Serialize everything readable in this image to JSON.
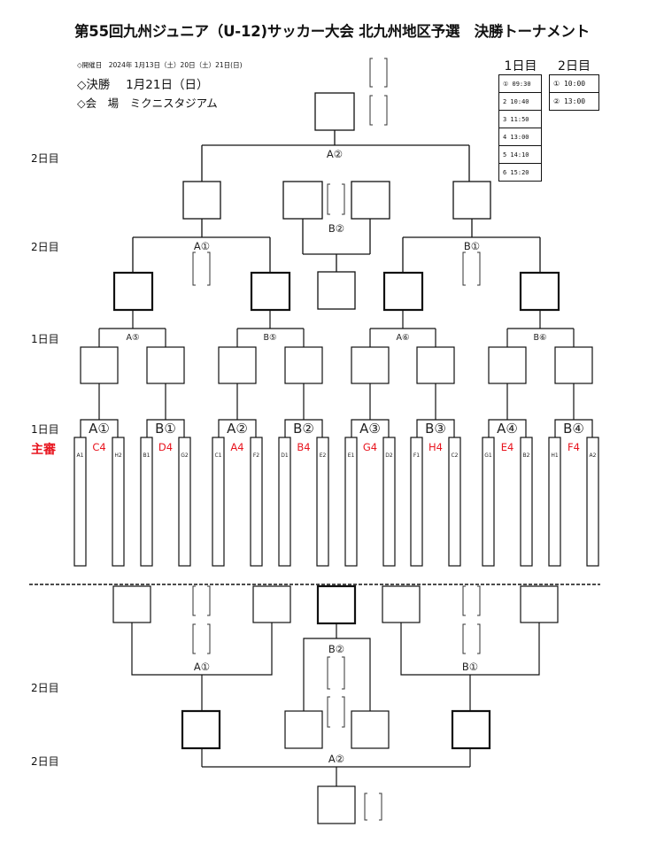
{
  "title": "第55回九州ジュニア（U-12)サッカー大会 北九州地区予選　決勝トーナメント",
  "schedule": "◇開催日　2024年 1月13日（土）20日（土）21日(日)",
  "final_date": "◇決勝　 1月21日（日）",
  "venue": "◇会　場　ミクニスタジアム",
  "day_labels": [
    "2日目",
    "2日目",
    "1日目",
    "1日目",
    "2日目",
    "2日目"
  ],
  "referee_label": "主審",
  "timetable": {
    "day1_header": "1日目",
    "day2_header": "2日目",
    "day1": [
      "① 09:30",
      "2 10:40",
      "3 11:50",
      "4 13:00",
      "5 14:10",
      "6 15:20"
    ],
    "day2": [
      "① 10:00",
      "② 13:00"
    ]
  },
  "match_labels": {
    "final_top": "A②",
    "semi_left_top": "A①",
    "center_top": "B②",
    "semi_right_top": "B①",
    "r2": [
      "A⑤",
      "B⑤",
      "A⑥",
      "B⑥"
    ],
    "r1": [
      "A①",
      "B①",
      "A②",
      "B②",
      "A③",
      "B③",
      "A④",
      "B④"
    ],
    "bottom_left": "A①",
    "bottom_center": "B②",
    "bottom_right": "B①",
    "bottom_final": "A②"
  },
  "referees": [
    "C4",
    "D4",
    "A4",
    "B4",
    "G4",
    "H4",
    "E4",
    "F4"
  ],
  "teams": [
    "A1",
    "H2",
    "B1",
    "G2",
    "C1",
    "F2",
    "D1",
    "E2",
    "E1",
    "D2",
    "F1",
    "C2",
    "G1",
    "B2",
    "H1",
    "A2"
  ],
  "colors": {
    "referee": "#e8141e",
    "line": "#111111"
  }
}
